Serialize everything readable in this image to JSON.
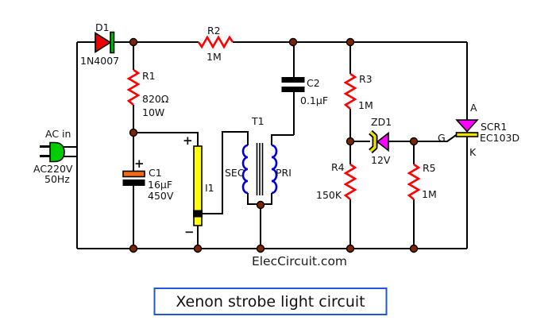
{
  "title_box": {
    "label": "Xenon strobe light circuit"
  },
  "watermark": "ElecCircuit.com",
  "components": {
    "d1": {
      "ref": "D1",
      "val": "1N4007"
    },
    "r1": {
      "ref": "R1",
      "val": "820Ω",
      "power": "10W"
    },
    "r2": {
      "ref": "R2",
      "val": "1M"
    },
    "r3": {
      "ref": "R3",
      "val": "1M"
    },
    "r4": {
      "ref": "R4",
      "val": "150K"
    },
    "r5": {
      "ref": "R5",
      "val": "1M"
    },
    "c1": {
      "ref": "C1",
      "val": "16µF",
      "volt": "450V",
      "plus": "+"
    },
    "c2": {
      "ref": "C2",
      "val": "0.1µF"
    },
    "zd1": {
      "ref": "ZD1",
      "val": "12V"
    },
    "scr1": {
      "ref": "SCR1",
      "val": "EC103D",
      "anode": "A",
      "gate": "G",
      "cathode": "K"
    },
    "t1": {
      "ref": "T1",
      "sec": "SEC",
      "pri": "PRI"
    },
    "i1": {
      "ref": "I1",
      "plus": "+",
      "minus": "−"
    },
    "ac": {
      "label": "AC in",
      "volt": "AC220V",
      "freq": "50Hz"
    }
  },
  "colors": {
    "resistor_red": "#ff0000",
    "diode_red": "#ee0000",
    "diode_green": "#00bb00",
    "plug_green": "#00cc00",
    "tube_yellow": "#ffff00",
    "winding_blue": "#0000dd",
    "junction_brown": "#7b2504",
    "cap_orange": "#f06a19",
    "magenta": "#ff00ff",
    "bar_yellow": "#f0e000",
    "title_red": "#ff1414",
    "title_border_blue": "#2255d8"
  }
}
